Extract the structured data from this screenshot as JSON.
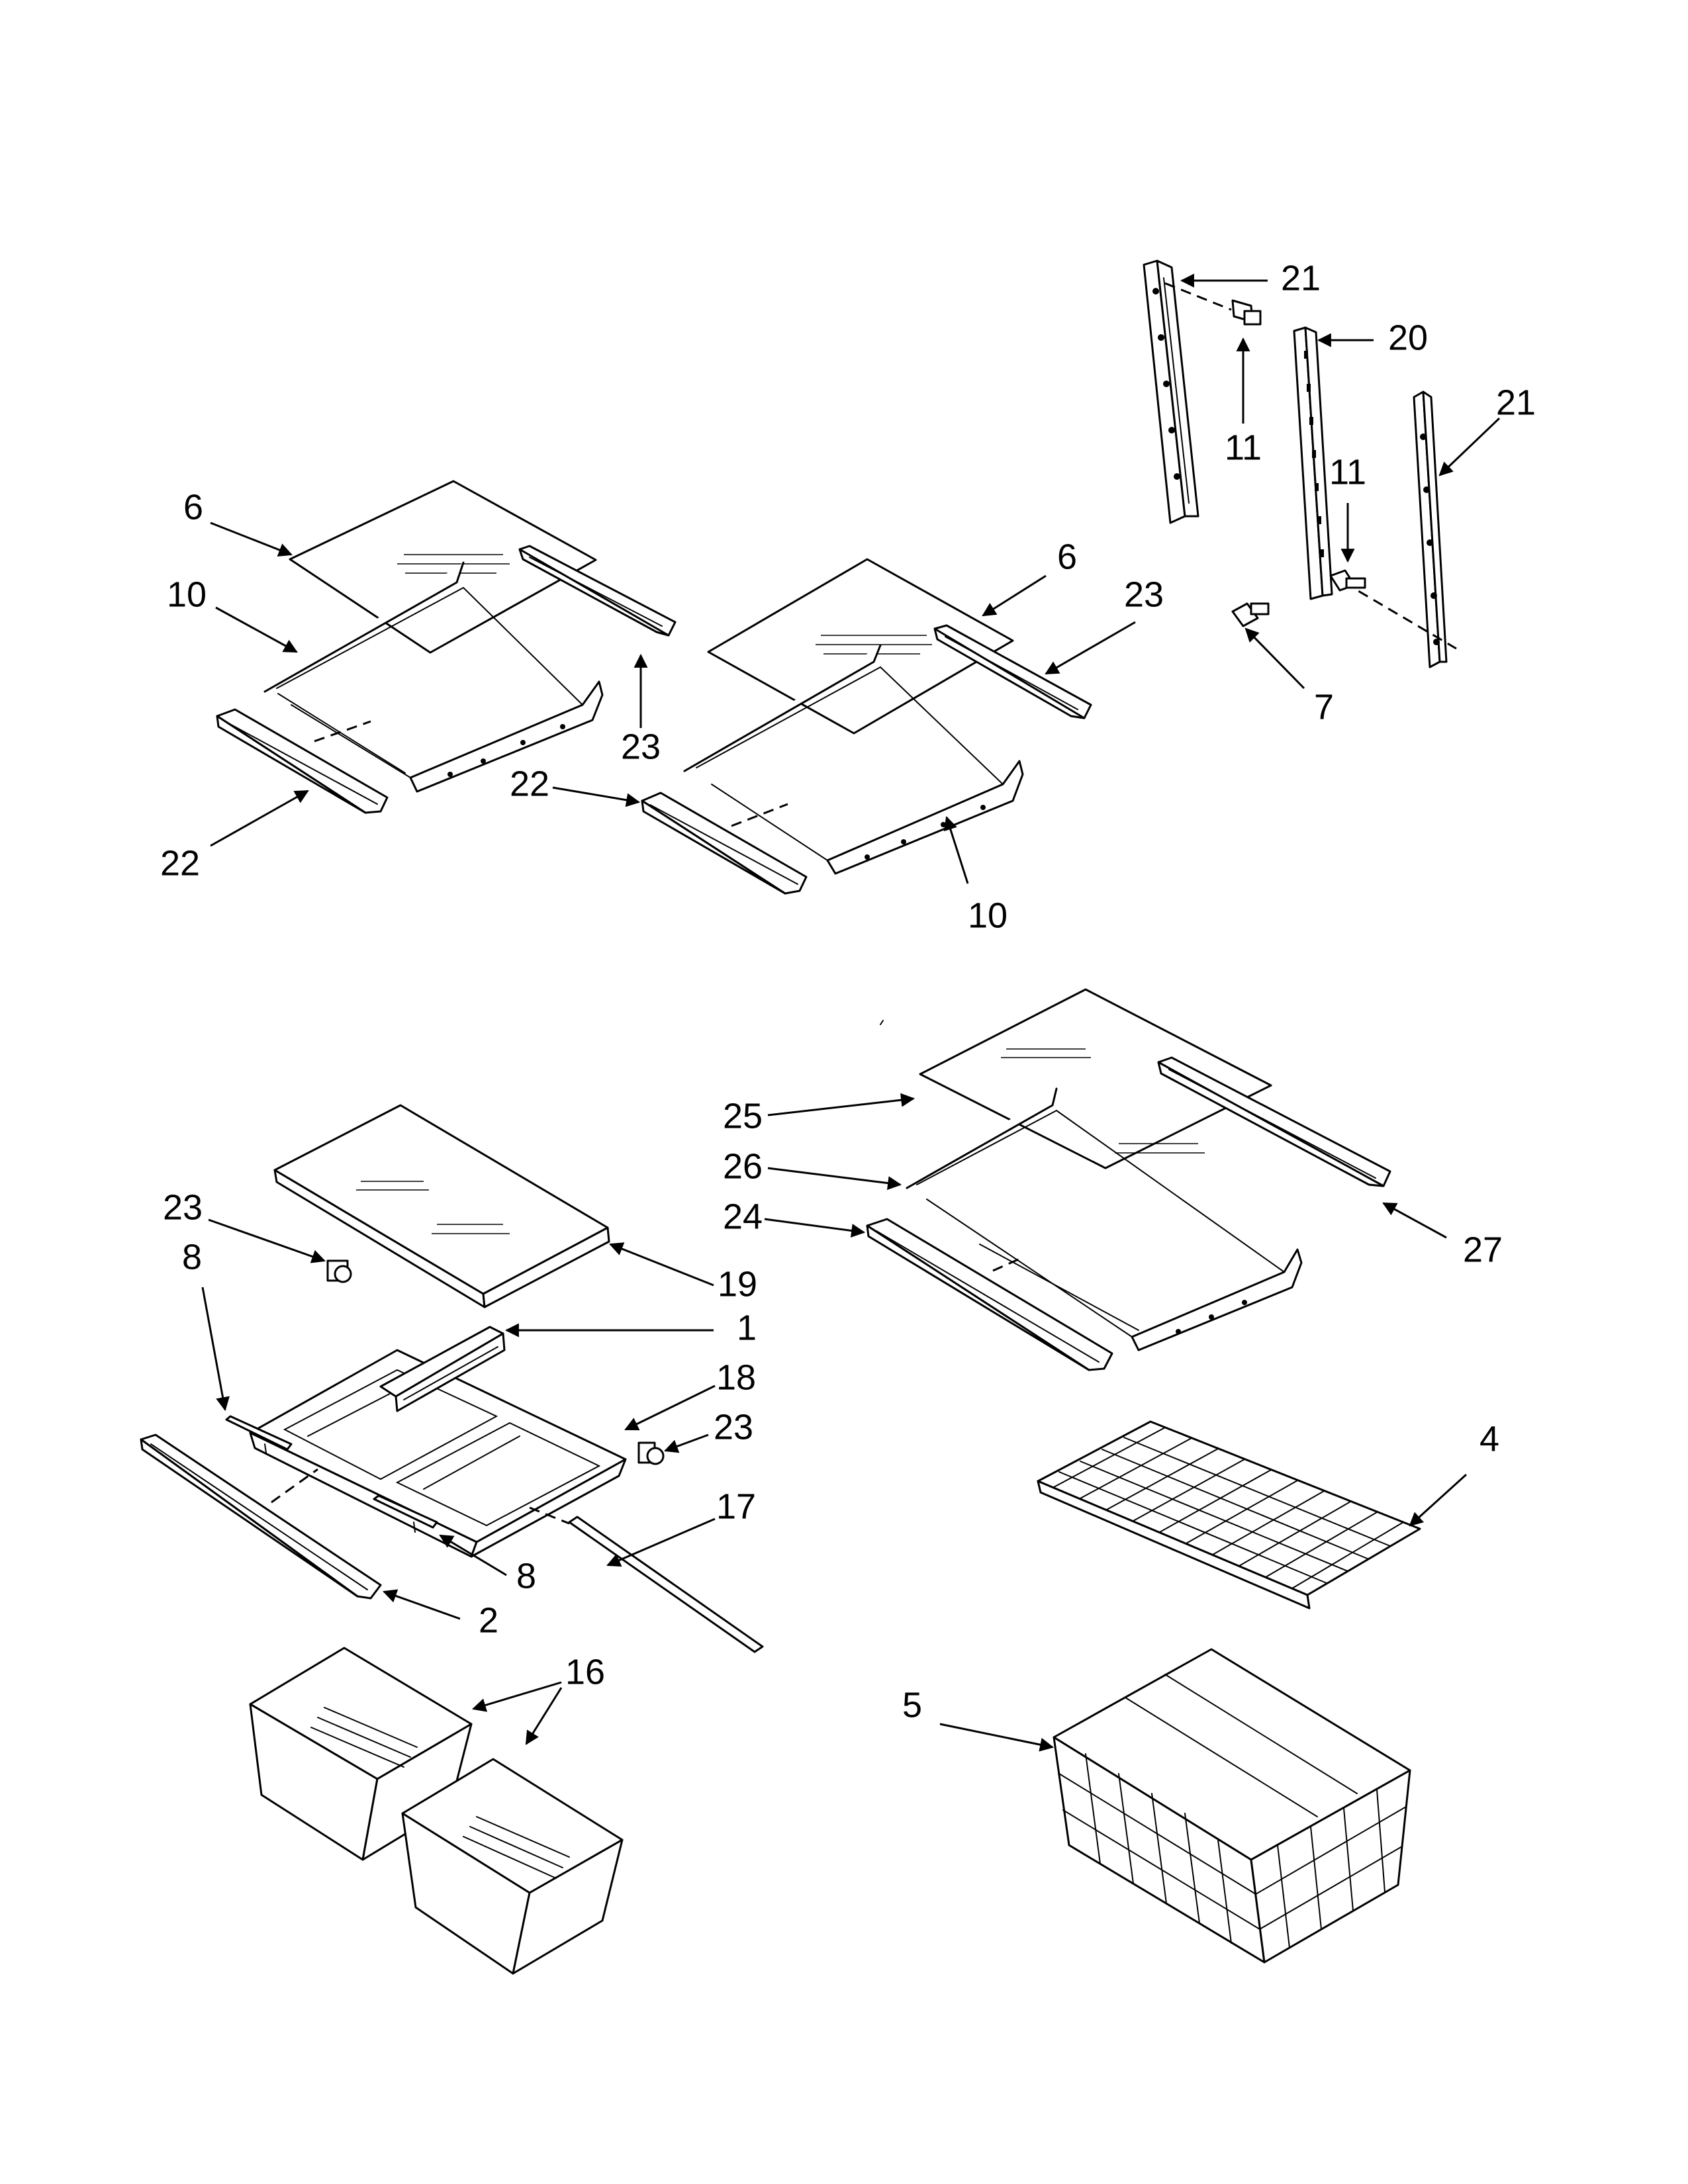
{
  "callouts": {
    "c21_top": "21",
    "c20": "20",
    "c21_right": "21",
    "c11_left": "11",
    "c11_right": "11",
    "c7": "7",
    "c6_left": "6",
    "c10_left": "10",
    "c23_left": "23",
    "c22_left": "22",
    "c6_mid": "6",
    "c23_mid": "23",
    "c22_mid": "22",
    "c10_mid": "10",
    "c25": "25",
    "c26": "26",
    "c24": "24",
    "c27": "27",
    "c23_a": "23",
    "c8_a": "8",
    "c19": "19",
    "c1": "1",
    "c18": "18",
    "c23_b": "23",
    "c17": "17",
    "c8_b": "8",
    "c2": "2",
    "c16": "16",
    "c4": "4",
    "c5": "5"
  },
  "colors": {
    "line": "#000000",
    "background": "#ffffff"
  }
}
